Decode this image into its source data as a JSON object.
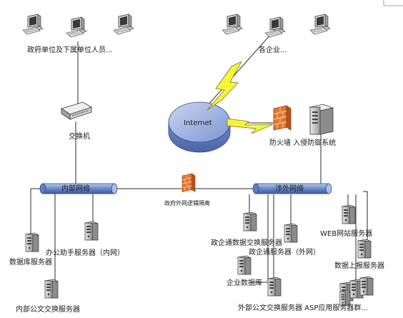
{
  "nodes": {
    "gov_users": "政府单位及下属单位人员...",
    "enterprises": "各企业...",
    "switch": "交换机",
    "internet": "Internet",
    "firewall_ids": "防火墙 入侵防御系统",
    "internal_net": "内部网络",
    "external_net": "涉外网络",
    "isolation": "政府外网逻辑隔离",
    "db_server": "数据库服务器",
    "office_server": "办公助手服务器（内网）",
    "internal_exchange": "内部公文交换服务器",
    "gov_ent_exchange": "政企通数据交换服务器",
    "gov_ent_server": "政企通服务器（外网）",
    "enterprise_db": "企业数据库",
    "external_exchange_asp": "外部公文交换服务器 ASP应用服务器群...",
    "web_server": "WEB网站服务器",
    "report_server": "数据上报服务器"
  },
  "colors": {
    "pipe_fill": "#6f8fcf",
    "cloud_fill": "#7f97d4",
    "bolt_fill": "#f4f63a",
    "firewall_fill": "#e2772e"
  }
}
